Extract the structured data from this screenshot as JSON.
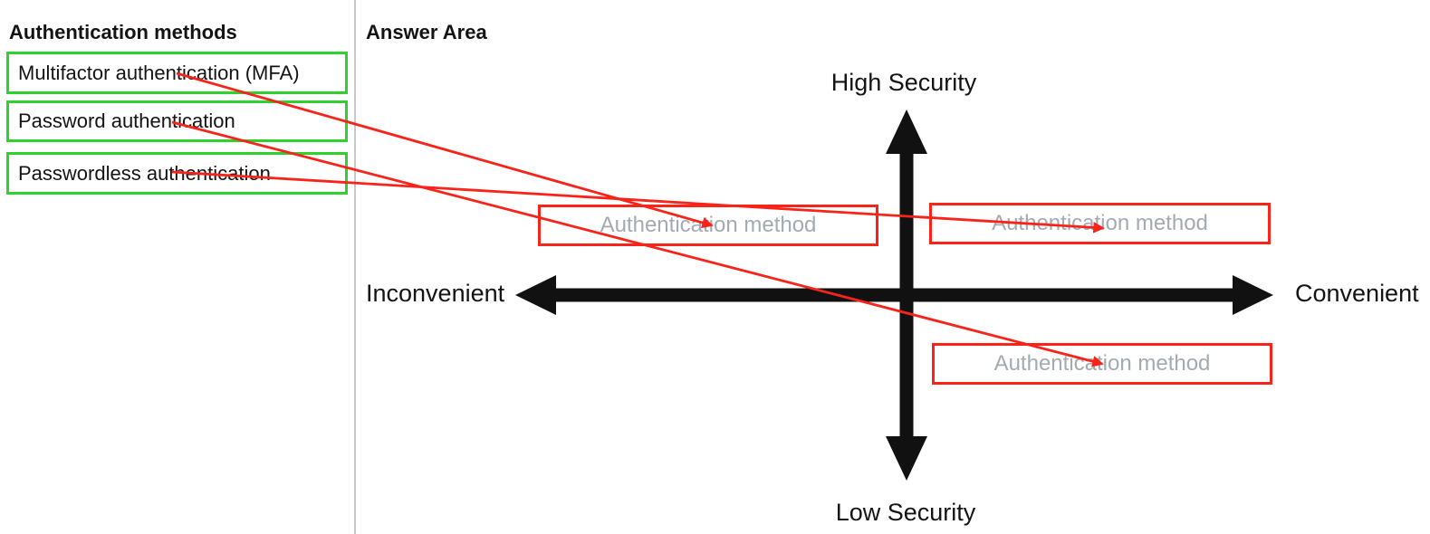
{
  "left_panel": {
    "title": "Authentication methods",
    "items": [
      {
        "label": "Multifactor authentication (MFA)"
      },
      {
        "label": "Password authentication"
      },
      {
        "label": "Passwordless authentication"
      }
    ]
  },
  "answer_area": {
    "title": "Answer Area",
    "axis_labels": {
      "top": "High Security",
      "bottom": "Low Security",
      "left": "Inconvenient",
      "right": "Convenient"
    },
    "dropzones": [
      {
        "placeholder": "Authentication method",
        "quadrant": "high-security-inconvenient"
      },
      {
        "placeholder": "Authentication method",
        "quadrant": "high-security-convenient"
      },
      {
        "placeholder": "Authentication method",
        "quadrant": "low-security-convenient"
      }
    ]
  },
  "connections": [
    {
      "from": "Multifactor authentication (MFA)",
      "to": "high-security-inconvenient"
    },
    {
      "from": "Password authentication",
      "to": "low-security-convenient"
    },
    {
      "from": "Passwordless authentication",
      "to": "high-security-convenient"
    }
  ],
  "colors": {
    "item_border": "#2fd12f",
    "dropzone_border": "#f8241a",
    "connector_line": "#f8241a",
    "placeholder_text": "#a3aab2",
    "axis": "#111111",
    "text": "#141414",
    "divider": "#c9c9c9"
  }
}
